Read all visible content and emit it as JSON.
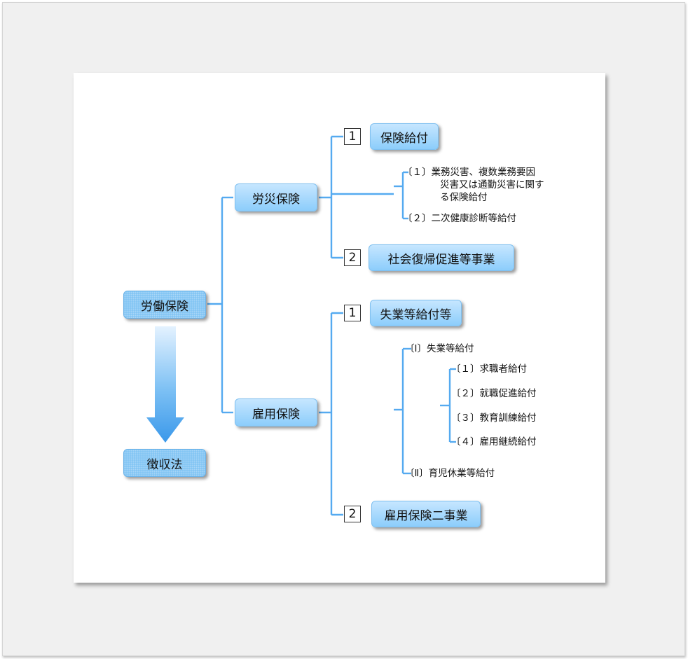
{
  "diagram": {
    "root": "労働保険",
    "collection_law": "徴収法",
    "rousai": {
      "label": "労災保険",
      "item1_num": "1",
      "item1_label": "保険給付",
      "sub1_line1": "〔１〕業務災害、複数業務要因",
      "sub1_line2": "災害又は通勤災害に関す",
      "sub1_line3": "る保険給付",
      "sub2": "〔２〕二次健康診断等給付",
      "item2_num": "2",
      "item2_label": "社会復帰促進等事業"
    },
    "koyou": {
      "label": "雇用保険",
      "item1_num": "1",
      "item1_label": "失業等給付等",
      "group1": "〔Ⅰ〕失業等給付",
      "sub1": "〔１〕求職者給付",
      "sub2": "〔２〕就職促進給付",
      "sub3": "〔３〕教育訓練給付",
      "sub4": "〔４〕雇用継続給付",
      "group2": "〔Ⅱ〕育児休業等給付",
      "item2_num": "2",
      "item2_label": "雇用保険二事業"
    }
  },
  "colors": {
    "connector": "#55aaf0",
    "node_fill": "#9fd5fb",
    "arrow": "#4aa3ee"
  }
}
